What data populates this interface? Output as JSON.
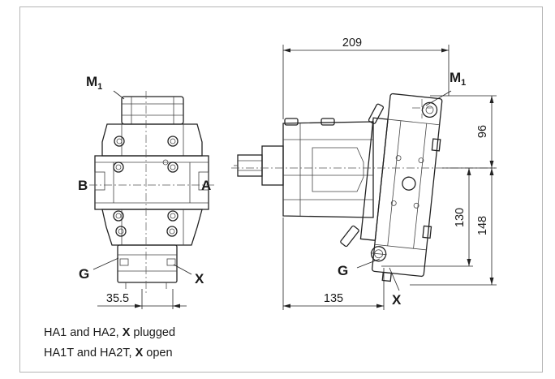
{
  "labels": {
    "m1_main": "M",
    "m1_sub": "1",
    "b": "B",
    "a": "A",
    "g": "G",
    "x": "X"
  },
  "dimensions": {
    "d209": "209",
    "d96": "96",
    "d130": "130",
    "d148": "148",
    "d135": "135",
    "d35_5": "35.5"
  },
  "caption": {
    "line1_prefix": "HA1 and HA2, ",
    "line1_bold": "X",
    "line1_suffix": " plugged",
    "line2_prefix": "HA1T and HA2T, ",
    "line2_bold": "X",
    "line2_suffix": " open"
  }
}
